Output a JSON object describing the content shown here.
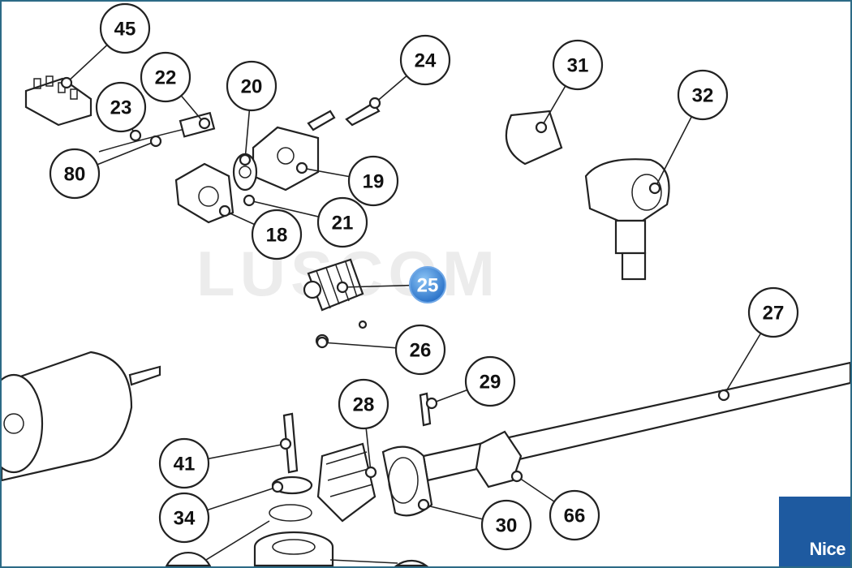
{
  "diagram": {
    "title": "Exploded parts view",
    "highlighted_part": "25",
    "callouts": [
      "45",
      "22",
      "20",
      "24",
      "31",
      "32",
      "23",
      "80",
      "19",
      "21",
      "18",
      "25",
      "27",
      "26",
      "29",
      "28",
      "41",
      "34",
      "30",
      "66"
    ],
    "watermark": "LUSCOM",
    "brand_logo": "Nice",
    "colors": {
      "frame": "#2c6a86",
      "logo": "#1e5aa0",
      "highlight": "#3a86d8"
    }
  }
}
